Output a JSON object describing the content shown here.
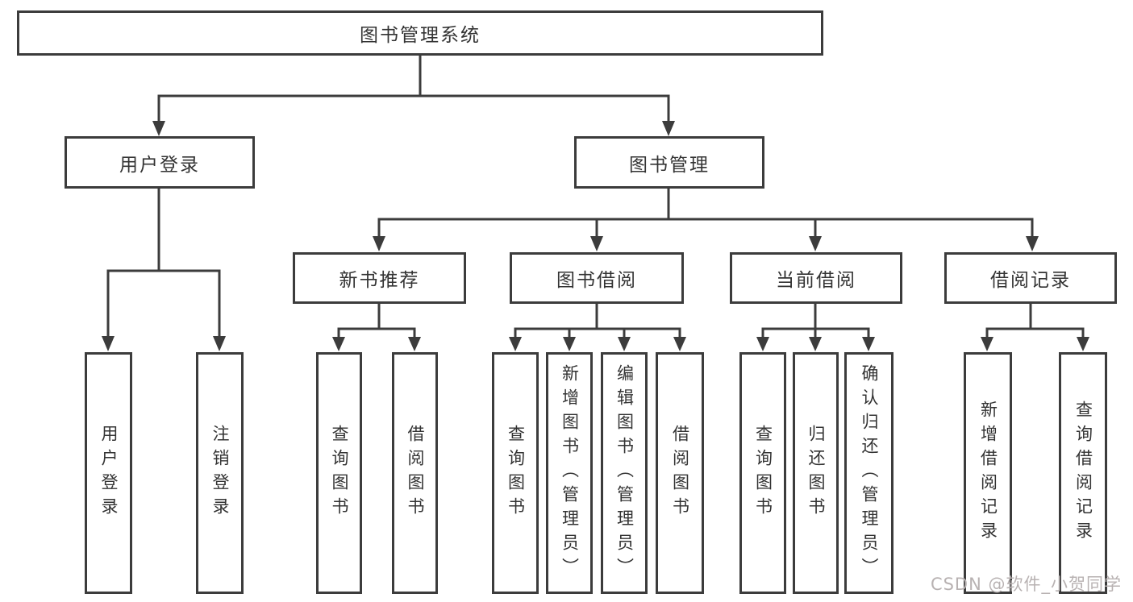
{
  "diagram_title": "图书管理系统",
  "tree": {
    "label": "图书管理系统",
    "children": [
      {
        "label": "用户登录",
        "children": [
          {
            "label": "用户登录"
          },
          {
            "label": "注销登录"
          }
        ]
      },
      {
        "label": "图书管理",
        "children": [
          {
            "label": "新书推荐",
            "children": [
              {
                "label": "查询图书"
              },
              {
                "label": "借阅图书"
              }
            ]
          },
          {
            "label": "图书借阅",
            "children": [
              {
                "label": "查询图书"
              },
              {
                "label": "新增图书（管理员）"
              },
              {
                "label": "编辑图书（管理员）"
              },
              {
                "label": "借阅图书"
              }
            ]
          },
          {
            "label": "当前借阅",
            "children": [
              {
                "label": "查询图书"
              },
              {
                "label": "归还图书"
              },
              {
                "label": "确认归还（管理员）"
              }
            ]
          },
          {
            "label": "借阅记录",
            "children": [
              {
                "label": "新增借阅记录"
              },
              {
                "label": "查询借阅记录"
              }
            ]
          }
        ]
      }
    ]
  },
  "watermark": {
    "text": "CSDN @软件_小贺同学"
  },
  "colors": {
    "line": "#3c3c3c",
    "box_fill": "#ffffff",
    "text": "#333333",
    "watermark": "#b8b2b2",
    "background": "#ffffff"
  }
}
